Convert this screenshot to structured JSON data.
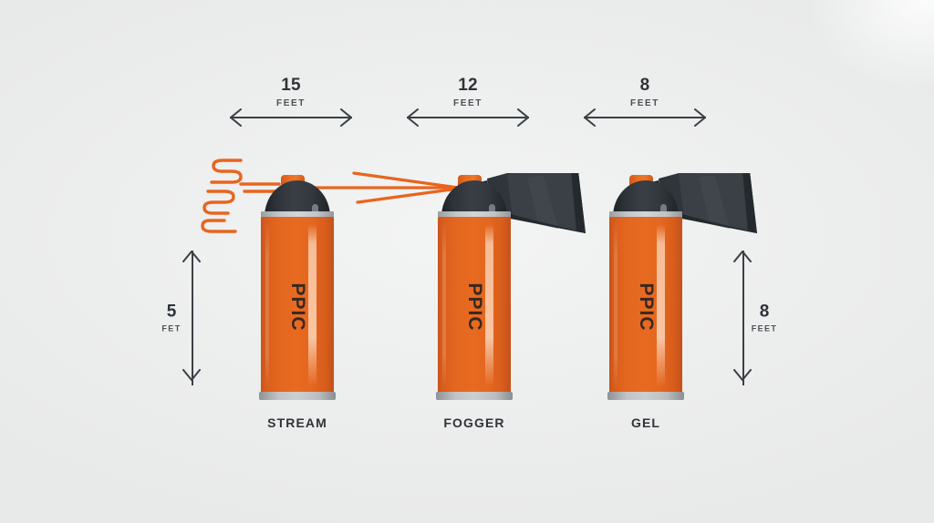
{
  "theme": {
    "background": "#eeefef",
    "orange": "#e8651f",
    "orange_dark": "#c9531a",
    "dark": "#2e3438",
    "cap_dark": "#33393e",
    "metal": "#c6cacd"
  },
  "measurements": {
    "horizontal": [
      {
        "id": "stream-range",
        "value": "15",
        "unit": "FEET"
      },
      {
        "id": "fogger-range",
        "value": "12",
        "unit": "FEET"
      },
      {
        "id": "gel-range",
        "value": "8",
        "unit": "FEET"
      }
    ],
    "vertical": [
      {
        "id": "stream-height",
        "value": "5",
        "unit": "FET"
      },
      {
        "id": "gel-height",
        "value": "8",
        "unit": "FEET"
      }
    ]
  },
  "cans": [
    {
      "id": "stream",
      "caption": "STREAM",
      "body_text": "PPIC",
      "nozzle": "open-tip"
    },
    {
      "id": "fogger",
      "caption": "FOGGER",
      "body_text": "PPIC",
      "nozzle": "cone-horn"
    },
    {
      "id": "gel",
      "caption": "GEL",
      "body_text": "PPIC",
      "nozzle": "cone-horn"
    }
  ]
}
